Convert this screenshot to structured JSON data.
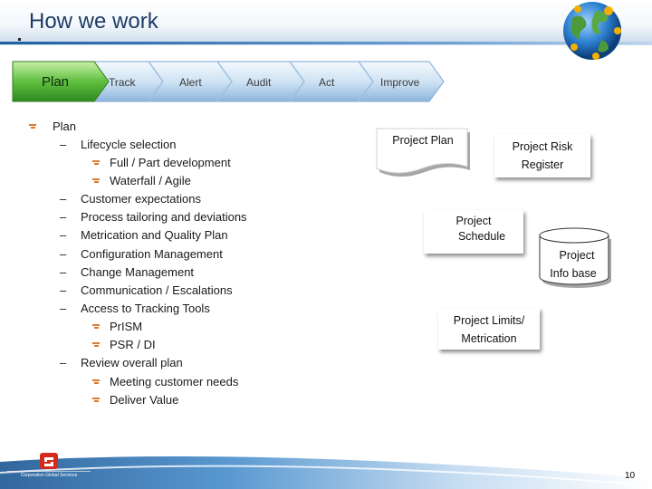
{
  "title": "How we work",
  "process": {
    "steps": [
      {
        "label": "Plan",
        "active": true
      },
      {
        "label": "Track",
        "active": false
      },
      {
        "label": "Alert",
        "active": false
      },
      {
        "label": "Audit",
        "active": false
      },
      {
        "label": "Act",
        "active": false
      },
      {
        "label": "Improve",
        "active": false
      }
    ]
  },
  "outline": {
    "heading": "Plan",
    "items": [
      {
        "text": "Lifecycle selection",
        "children": [
          "Full / Part development",
          "Waterfall / Agile"
        ]
      },
      {
        "text": "Customer expectations",
        "children": []
      },
      {
        "text": "Process tailoring and deviations",
        "children": []
      },
      {
        "text": "Metrication and Quality Plan",
        "children": []
      },
      {
        "text": "Configuration Management",
        "children": []
      },
      {
        "text": "Change Management",
        "children": []
      },
      {
        "text": "Communication / Escalations",
        "children": []
      },
      {
        "text": "Access to Tracking Tools",
        "children": [
          "PrISM",
          "PSR / DI"
        ]
      },
      {
        "text": "Review overall plan",
        "children": [
          "Meeting customer needs",
          "Deliver Value"
        ]
      }
    ]
  },
  "artifacts": {
    "project_plan": "Project Plan",
    "risk_register_line1": "Project Risk",
    "risk_register_line2": "Register",
    "schedule_line1": "Project",
    "schedule_line2": "Schedule",
    "info_base_line1": "Project",
    "info_base_line2": "Info base",
    "limits_line1": "Project Limits/",
    "limits_line2": "Metrication"
  },
  "logo_text": "Corporation Global Services",
  "page_number": "10",
  "colors": {
    "plan_chevron": "#5fbf3f",
    "step_chevron": "#cfe3f4",
    "bullet": "#e07a2e",
    "title": "#1c3c66"
  }
}
